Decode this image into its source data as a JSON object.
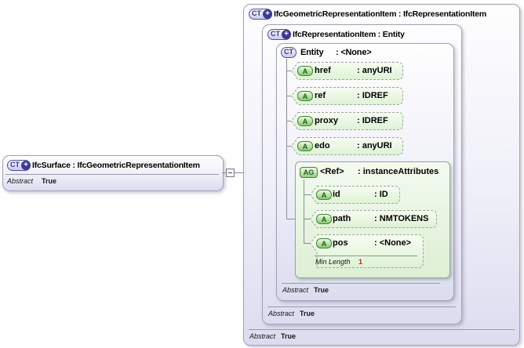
{
  "labels": {
    "ct": "CT",
    "plus": "+",
    "a": "A",
    "ag": "AG"
  },
  "left_box": {
    "title": "IfcSurface : IfcGeometricRepresentationItem",
    "abstract_label": "Abstract",
    "abstract_value": "True"
  },
  "outer_box": {
    "title": "IfcGeometricRepresentationItem : IfcRepresentationItem",
    "abstract_label": "Abstract",
    "abstract_value": "True"
  },
  "middle_box": {
    "title": "IfcRepresentationItem : Entity",
    "abstract_label": "Abstract",
    "abstract_value": "True"
  },
  "entity_box": {
    "name": "Entity",
    "type": ": <None>",
    "abstract_label": "Abstract",
    "abstract_value": "True"
  },
  "entity_attributes": [
    {
      "name": "href",
      "type": ": anyURI"
    },
    {
      "name": "ref",
      "type": ": IDREF"
    },
    {
      "name": "proxy",
      "type": ": IDREF"
    },
    {
      "name": "edo",
      "type": ": anyURI"
    }
  ],
  "attribute_group": {
    "name": "<Ref>",
    "type": ": instanceAttributes",
    "attributes": [
      {
        "name": "id",
        "type": ": ID"
      },
      {
        "name": "path",
        "type": ": NMTOKENS"
      },
      {
        "name": "pos",
        "type": ": <None>",
        "facet_label": "Min Length",
        "facet_value": "1"
      }
    ]
  },
  "colors": {
    "ct_badge": "#3a3a94",
    "attr_badge_border": "#41823c",
    "attribute_fill": "#e8f7df",
    "group_fill": "#e5f3db",
    "box_fill": "#e6e6f4",
    "facet_value": "#cc2020",
    "connector": "#8a8a96"
  }
}
